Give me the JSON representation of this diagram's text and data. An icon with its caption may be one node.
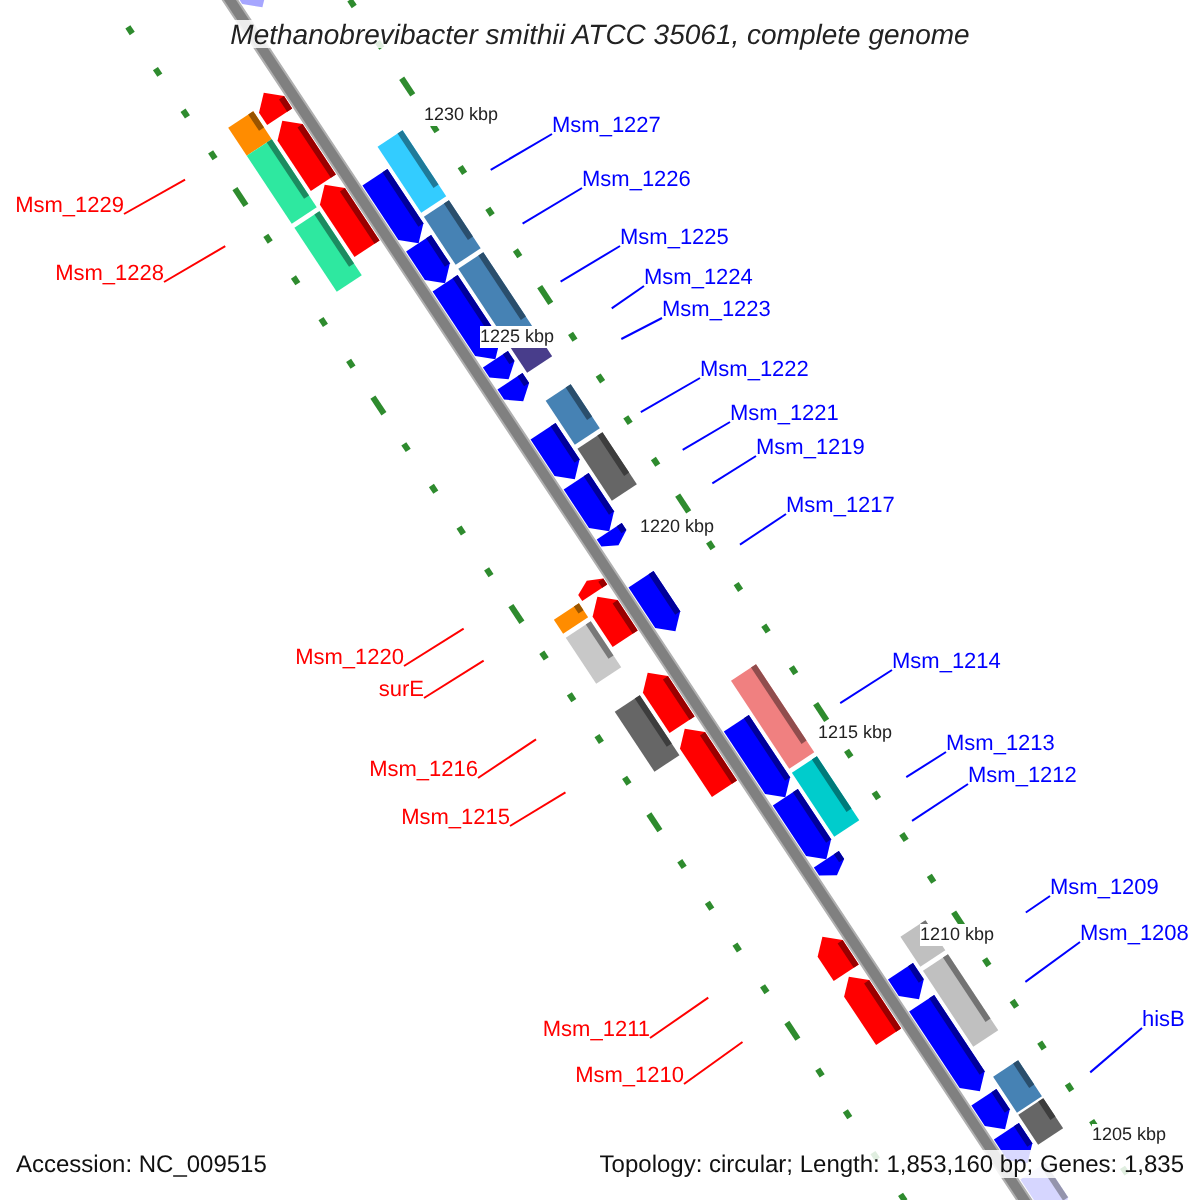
{
  "diagram": {
    "title": "Methanobrevibacter smithii ATCC 35061, complete genome",
    "nodes": [
      {
        "text": [
          "Msm_1227"
        ]
      },
      {
        "text": [
          "Msm_1226"
        ]
      },
      {
        "text": [
          "Msm_1229"
        ]
      },
      {
        "text": [
          "Msm_1225"
        ]
      },
      {
        "text": [
          "Msm_1224"
        ]
      },
      {
        "text": [
          "Msm_1228"
        ]
      },
      {
        "text": [
          "Msm_1223"
        ]
      },
      {
        "text": [
          "Msm_1222"
        ]
      },
      {
        "text": [
          "Msm_1221"
        ]
      },
      {
        "text": [
          "Msm_1219"
        ]
      },
      {
        "text": [
          "Msm_1217"
        ]
      },
      {
        "text": [
          "Msm_1214"
        ]
      },
      {
        "text": [
          "Msm_1220"
        ]
      },
      {
        "text": [
          "surE"
        ]
      },
      {
        "text": [
          "Msm_1213"
        ]
      },
      {
        "text": [
          "Msm_1216"
        ]
      },
      {
        "text": [
          "Msm_1212"
        ]
      },
      {
        "text": [
          "Msm_1215"
        ]
      },
      {
        "text": [
          "Msm_1209"
        ]
      },
      {
        "text": [
          "Msm_1208"
        ]
      },
      {
        "text": [
          "hisB"
        ]
      },
      {
        "text": [
          "Msm_1211"
        ]
      },
      {
        "text": [
          "Msm_1210"
        ]
      }
    ],
    "edges": [
      {
        "from": 0,
        "to": null,
        "arrow": "none"
      },
      {
        "from": 1,
        "to": null,
        "arrow": "none"
      },
      {
        "from": 2,
        "to": null,
        "arrow": "none",
        "color": "#ff0000"
      },
      {
        "from": 3,
        "to": null,
        "arrow": "none"
      },
      {
        "from": 4,
        "to": null,
        "arrow": "none"
      },
      {
        "from": 5,
        "to": null,
        "arrow": "none",
        "color": "#ff0000"
      },
      {
        "from": 6,
        "to": null,
        "arrow": "none"
      },
      {
        "from": 7,
        "to": null,
        "arrow": "none"
      },
      {
        "from": 8,
        "to": null,
        "arrow": "none"
      },
      {
        "from": 9,
        "to": null,
        "arrow": "none"
      },
      {
        "from": 10,
        "to": null,
        "arrow": "none"
      },
      {
        "from": 11,
        "to": null,
        "arrow": "none"
      },
      {
        "from": 12,
        "to": null,
        "arrow": "none",
        "color": "#ff0000"
      },
      {
        "from": 13,
        "to": null,
        "arrow": "none",
        "color": "#ff0000"
      },
      {
        "from": 14,
        "to": null,
        "arrow": "none"
      },
      {
        "from": 15,
        "to": null,
        "arrow": "none",
        "color": "#ff0000"
      },
      {
        "from": 16,
        "to": null,
        "arrow": "none"
      },
      {
        "from": 17,
        "to": null,
        "arrow": "none",
        "color": "#ff0000"
      },
      {
        "from": 18,
        "to": null,
        "arrow": "none"
      },
      {
        "from": 19,
        "to": null,
        "arrow": "none"
      },
      {
        "from": 20,
        "to": null,
        "arrow": "none"
      },
      {
        "from": 21,
        "to": null,
        "arrow": "none",
        "color": "#ff0000"
      },
      {
        "from": 22,
        "to": null,
        "arrow": "none",
        "color": "#ff0000"
      }
    ],
    "labels": [
      "1230 kbp",
      "1225 kbp",
      "1220 kbp",
      "1215 kbp",
      "1210 kbp",
      "1205 kbp",
      "Accession: NC_009515",
      "Topology: circular; Length: 1,853,160 bp; Genes: 1,835"
    ]
  }
}
